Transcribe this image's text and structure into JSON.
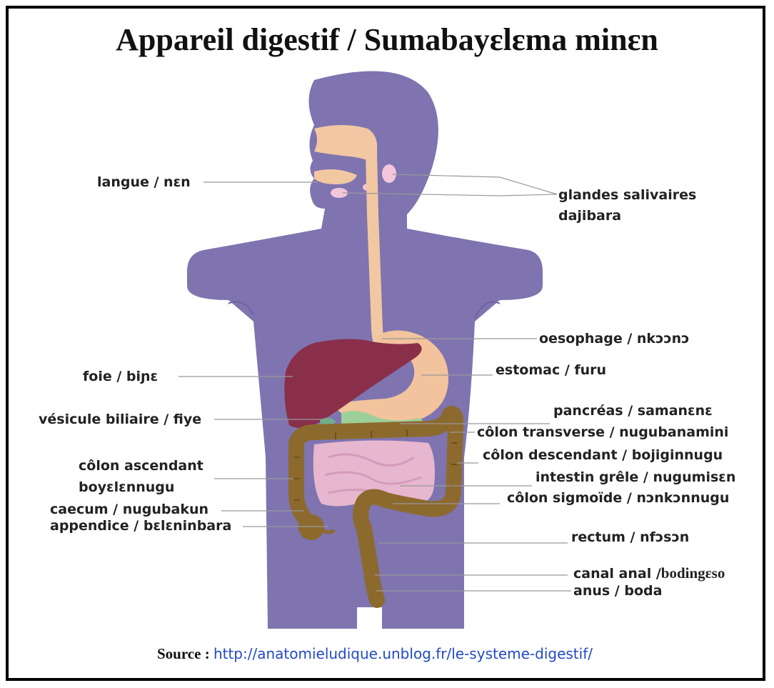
{
  "title": "Appareil digestif / Sumabayɛlɛma minɛn",
  "labels": {
    "langue": "langue / nɛn",
    "glandes_1": "glandes salivaires",
    "glandes_2": "dajibara",
    "oesophage": "oesophage / nkɔɔnɔ",
    "foie": "foie / biɲɛ",
    "estomac": "estomac / furu",
    "vesicule": "vésicule biliaire / fiye",
    "pancreas": "pancréas / samanɛnɛ",
    "colon_transverse": "côlon transverse / nugubanamini",
    "colon_descendant": "côlon descendant / bojiginnugu",
    "colon_ascendant_1": "côlon ascendant",
    "colon_ascendant_2": "boyɛlɛnnugu",
    "intestin": "intestin grêle / nugumisɛn",
    "sigmoide": "côlon sigmoïde / nɔnkɔnnugu",
    "caecum": "caecum / nugubakun",
    "appendice": "appendice / bɛlɛninbara",
    "rectum": "rectum / nfɔsɔn",
    "canal_a": "canal anal /",
    "canal_b": "bodingɛso",
    "anus": "anus / boda"
  },
  "source": {
    "label": "Source :",
    "url": "http://anatomieludique.unblog.fr/le-systeme-digestif/"
  },
  "colors": {
    "body": "#7f74b0",
    "liver": "#8a2f4a",
    "esophagus": "#f2c8a2",
    "colon": "#8c6a2d",
    "small_intestine": "#e7b7cf",
    "pancreas": "#9ccf9a",
    "link": "#2149c9"
  }
}
